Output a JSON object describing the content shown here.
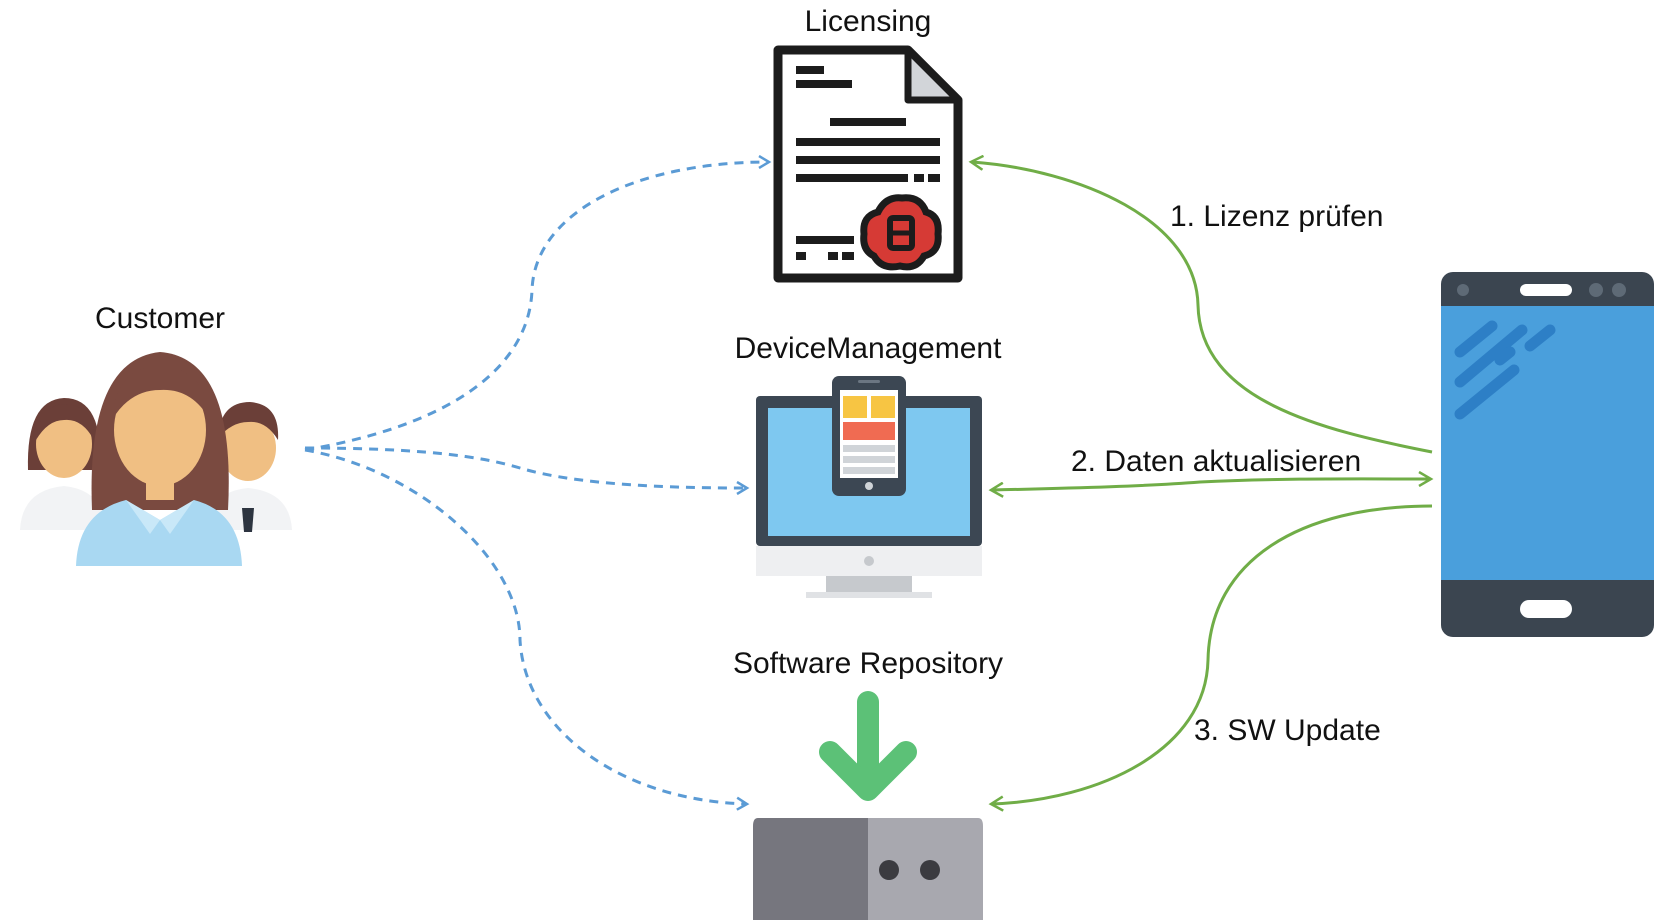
{
  "nodes": {
    "customer": {
      "label": "Customer",
      "icon": "customer-group-icon"
    },
    "licensing": {
      "label": "Licensing",
      "icon": "license-document-icon"
    },
    "device_management": {
      "label": "DeviceManagement",
      "icon": "monitor-with-phone-icon"
    },
    "software_repository": {
      "label": "Software Repository",
      "icon": "download-storage-icon"
    },
    "device": {
      "label": "",
      "icon": "smartphone-icon"
    }
  },
  "edges": {
    "step1": {
      "label": "1. Lizenz prüfen",
      "from": "device",
      "to": "licensing",
      "style": "solid"
    },
    "step2": {
      "label": "2. Daten aktualisieren",
      "from": "device",
      "to": "device_management",
      "style": "solid-bidirectional"
    },
    "step3": {
      "label": "3. SW Update",
      "from": "device",
      "to": "software_repository",
      "style": "solid"
    },
    "customer_links": [
      {
        "from": "customer",
        "to": "licensing",
        "style": "dashed"
      },
      {
        "from": "customer",
        "to": "device_management",
        "style": "dashed"
      },
      {
        "from": "customer",
        "to": "software_repository",
        "style": "dashed"
      }
    ]
  },
  "colors": {
    "dashed_arrow": "#5b9bd5",
    "solid_arrow": "#70ad47",
    "phone_screen": "#4a9fdc",
    "phone_body": "#3b4550",
    "download_arrow": "#5cc177"
  }
}
